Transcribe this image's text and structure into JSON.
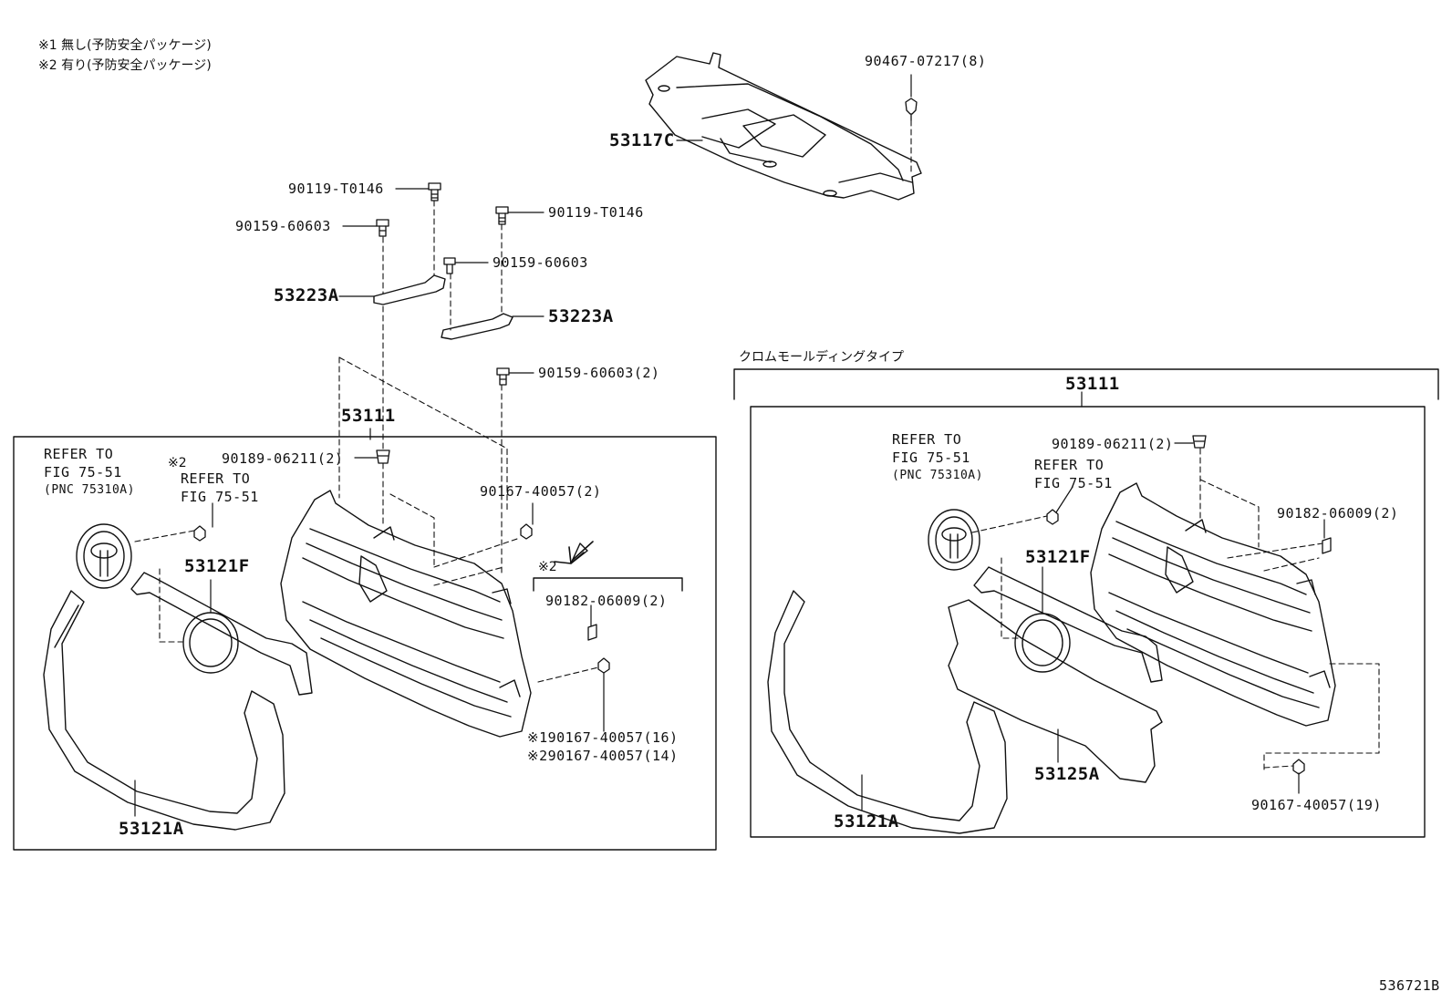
{
  "notes": {
    "note1": "※1 無し(予防安全パッケージ)",
    "note2": "※2 有り(予防安全パッケージ)"
  },
  "left_panel": {
    "refer1": [
      "REFER TO",
      "FIG 75-51",
      "(PNC 75310A)"
    ],
    "refer2_mark": "※2",
    "refer2": [
      "REFER TO",
      "FIG 75-51"
    ],
    "assembly": "53111"
  },
  "right_panel": {
    "title": "クロムモールディングタイプ",
    "assembly": "53111",
    "refer1": [
      "REFER TO",
      "FIG 75-51",
      "(PNC 75310A)"
    ],
    "refer2": [
      "REFER TO",
      "FIG 75-51"
    ]
  },
  "parts": {
    "p53117C": "53117C",
    "p90467": "90467-07217(8)",
    "p90119_a": "90119-T0146",
    "p90119_b": "90119-T0146",
    "p90159_a": "90159-60603",
    "p90159_b": "90159-60603",
    "p90159_c": "90159-60603(2)",
    "p53223A_a": "53223A",
    "p53223A_b": "53223A",
    "p90189_l": "90189-06211(2)",
    "p90167_l": "90167-40057(2)",
    "p53121F_l": "53121F",
    "mark2": "※2",
    "p90182_l": "90182-06009(2)",
    "p90167_s1": "※190167-40057(16)",
    "p90167_s2": "※290167-40057(14)",
    "p53121A_l": "53121A",
    "p90189_r": "90189-06211(2)",
    "p90182_r": "90182-06009(2)",
    "p53121F_r": "53121F",
    "p53125A": "53125A",
    "p53121A_r": "53121A",
    "p90167_r": "90167-40057(19)"
  },
  "figure_id": "536721B"
}
